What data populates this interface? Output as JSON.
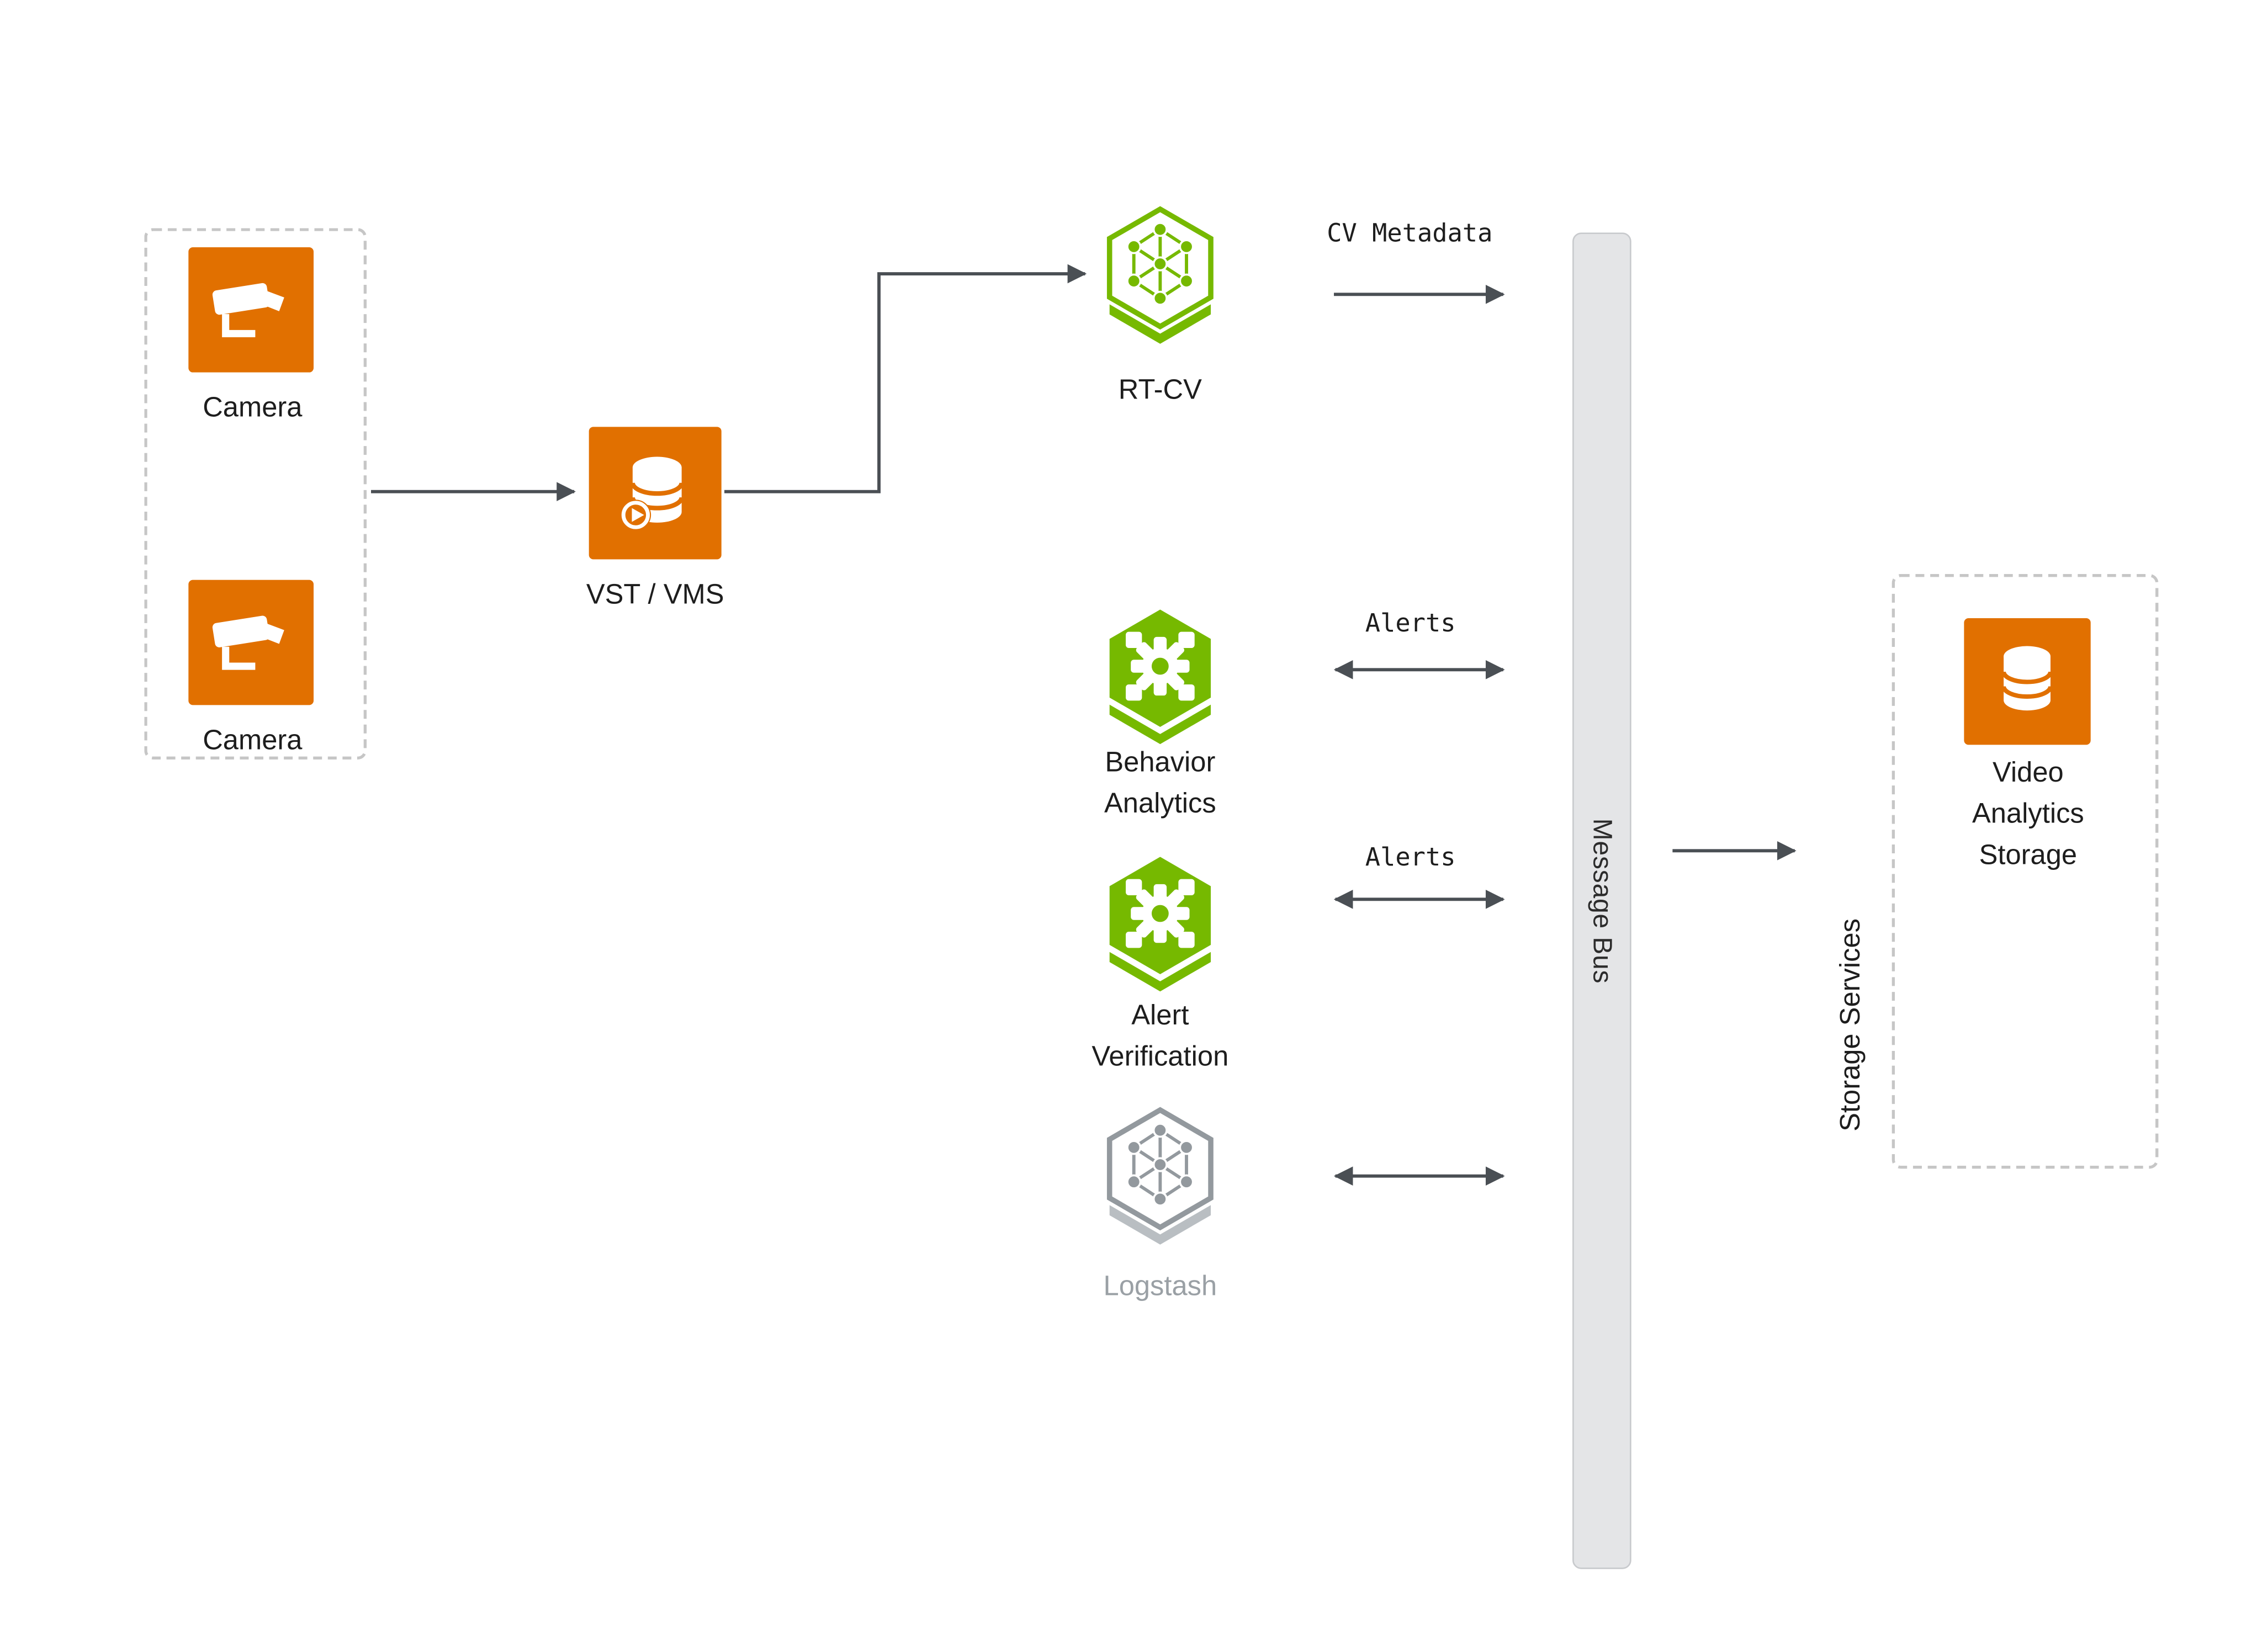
{
  "nodes": {
    "camera_1": {
      "label": "Camera"
    },
    "camera_2": {
      "label": "Camera"
    },
    "vst": {
      "label": "VST / VMS"
    },
    "rtcv": {
      "label": "RT-CV"
    },
    "behavior_analytics": {
      "label_lines": [
        "Behavior",
        "Analytics"
      ]
    },
    "alert_verification": {
      "label_lines": [
        "Alert",
        "Verification"
      ]
    },
    "logstash": {
      "label": "Logstash"
    },
    "message_bus": {
      "label": "Message Bus"
    },
    "storage_services": {
      "label": "Storage Services"
    },
    "video_analytics_storage": {
      "label_lines": [
        "Video",
        "Analytics",
        "Storage"
      ]
    }
  },
  "edges": {
    "cv_metadata": "CV Metadata",
    "alerts_behavior": "Alerts",
    "alerts_alert_verification": "Alerts"
  },
  "icons": {
    "camera": "cctv-camera-icon",
    "vst": "video-database-icon",
    "rtcv": "neural-network-hexagon-icon",
    "behavior_analytics": "gear-microservice-hexagon-icon",
    "alert_verification": "gear-microservice-hexagon-icon",
    "logstash": "neural-network-hexagon-gray-icon",
    "video_analytics_storage": "database-icon"
  },
  "colors": {
    "accent_orange": "#E17000",
    "accent_green": "#76B900",
    "inactive_gray": "#93999E",
    "arrow": "#4A4F54",
    "message_bus_fill": "#E4E5E7",
    "dashed_border": "#C6C6C6",
    "label_text": "#1D1D1D",
    "logstash_label": "#9AA0A5"
  }
}
